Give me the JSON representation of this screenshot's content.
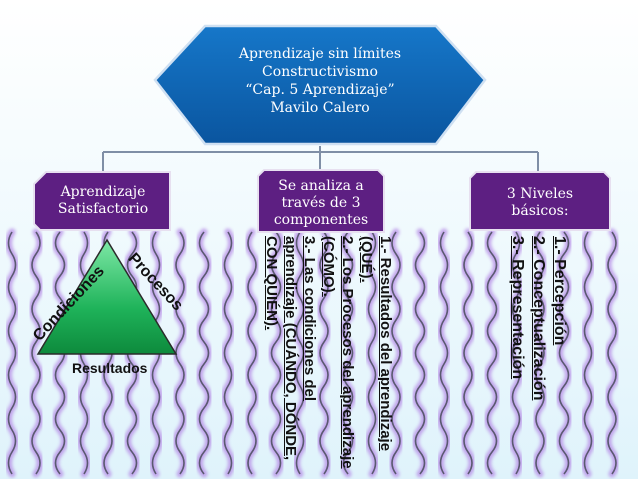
{
  "hexagon": {
    "line1": "Aprendizaje sin límites",
    "line2": "Constructivismo",
    "line3": "“Cap. 5 Aprendizaje”",
    "line4": "Mavilo Calero"
  },
  "left_box": {
    "line1": "Aprendizaje",
    "line2": "Satisfactorio"
  },
  "middle_box": {
    "line1": "Se analiza a",
    "line2": "través de 3",
    "line3": "componentes"
  },
  "right_box": {
    "line1": "3 Niveles",
    "line2": "básicos:"
  },
  "triangle": {
    "left_label": "Condiciones",
    "right_label": "Procesos",
    "bottom_label": "Resultados"
  },
  "components_list": {
    "l1": "1.- Resultados del aprendizaje",
    "l2": "(QUÉ).",
    "l3": "2.- Los Procesos del aprendizaje",
    "l4": "(CÓMO).",
    "l5": "3.- Las condiciones del",
    "l6": "aprendizaje (CUÁNDO, DÓNDE,",
    "l7": "CON QUIÉN)."
  },
  "levels_list": {
    "l1": "1.- Percepción",
    "l2": "2.- Conceptualización",
    "l3": "3.- Representación"
  },
  "colors": {
    "hexagon_fill": "#0b63b5",
    "box_fill": "#5d1f82",
    "box_border": "#e7e0f0",
    "connector": "#7f8fa6",
    "wave_glow": "#b58ae6",
    "wave_core": "#5a5a70",
    "triangle_top": "#7ee8a6",
    "triangle_bottom": "#0d8a3c"
  }
}
